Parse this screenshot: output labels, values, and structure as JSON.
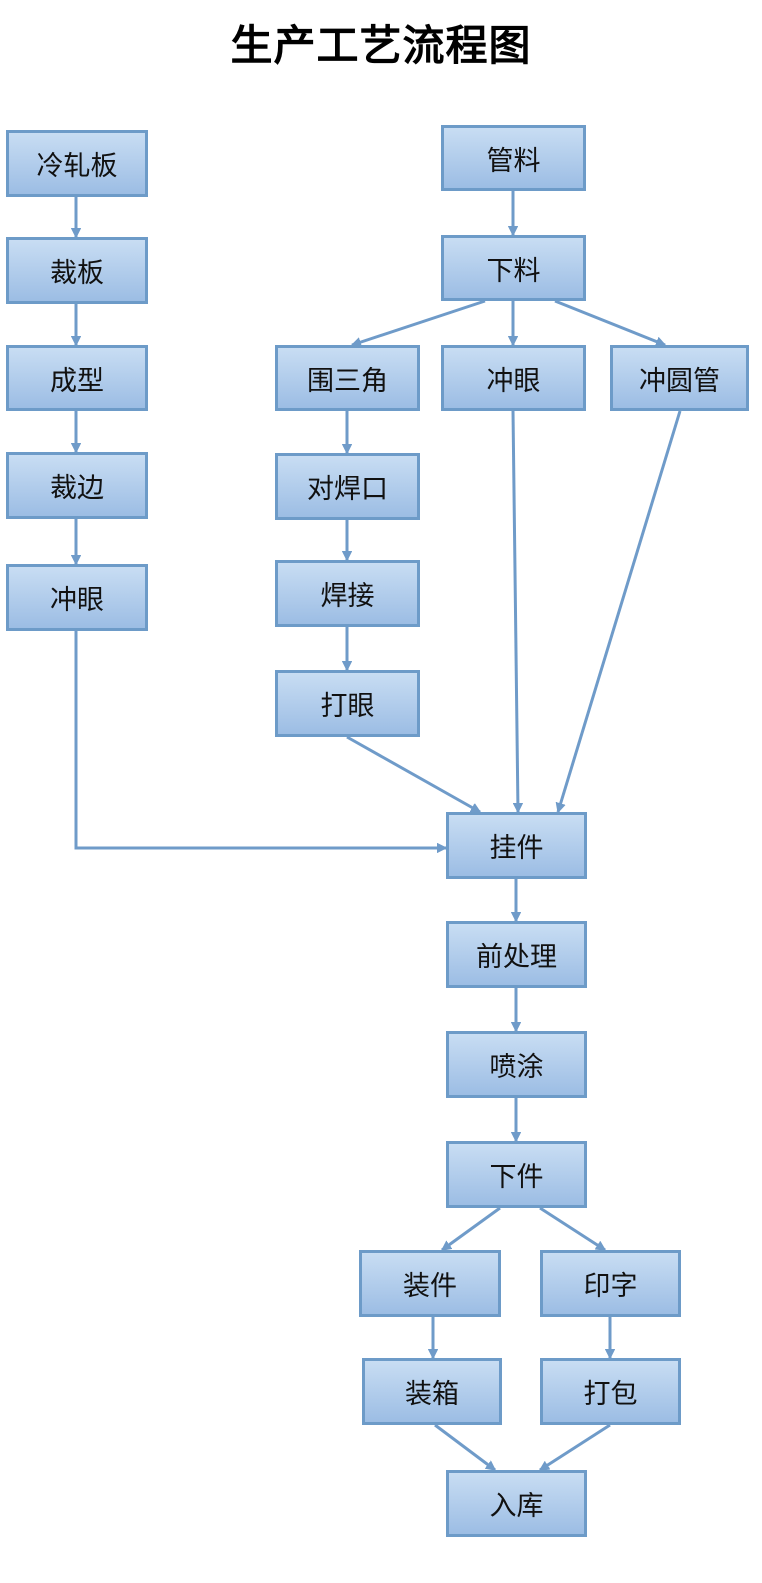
{
  "title": "生产工艺流程图",
  "colors": {
    "box_border": "#6d9bc8",
    "box_top": "#c8ddf3",
    "box_bottom": "#9cbde4",
    "connector": "#6f9bc9"
  },
  "nodes": {
    "cold_rolled_sheet": "冷轧板",
    "cut_sheet": "裁板",
    "forming": "成型",
    "edge_trim": "裁边",
    "punch_hole_left": "冲眼",
    "pipe_material": "管料",
    "blanking": "下料",
    "triangle": "围三角",
    "punch_hole_mid": "冲眼",
    "punch_round_pipe": "冲圆管",
    "butt_weld": "对焊口",
    "welding": "焊接",
    "drill_hole": "打眼",
    "hanging": "挂件",
    "pretreatment": "前处理",
    "spraying": "喷涂",
    "unloading": "下件",
    "assembly": "装件",
    "printing": "印字",
    "boxing": "装箱",
    "packing": "打包",
    "warehousing": "入库"
  }
}
